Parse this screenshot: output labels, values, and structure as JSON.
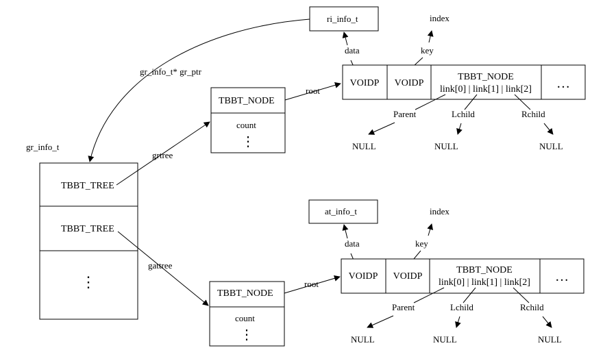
{
  "gr_info_t_label": "gr_info_t",
  "gr_ptr_label": "gr_info_t* gr_ptr",
  "left_struct": {
    "slot1": "TBBT_TREE",
    "slot2": "TBBT_TREE",
    "ellipsis": "⋮"
  },
  "grtree_label": "grtree",
  "gattree_label": "gattree",
  "top": {
    "node_title": "TBBT_NODE",
    "node_count": "count",
    "node_ellipsis": "⋮",
    "root_label": "root",
    "info_box": "ri_info_t",
    "index_label": "index",
    "data_label": "data",
    "key_label": "key",
    "cell_voidp1": "VOIDP",
    "cell_voidp2": "VOIDP",
    "cell_node_title": "TBBT_NODE",
    "cell_node_links": "link[0] | link[1] | link[2]",
    "cell_more": "…",
    "parent_label": "Parent",
    "lchild_label": "Lchild",
    "rchild_label": "Rchild",
    "null1": "NULL",
    "null2": "NULL",
    "null3": "NULL"
  },
  "bottom": {
    "node_title": "TBBT_NODE",
    "node_count": "count",
    "node_ellipsis": "⋮",
    "root_label": "root",
    "info_box": "at_info_t",
    "index_label": "index",
    "data_label": "data",
    "key_label": "key",
    "cell_voidp1": "VOIDP",
    "cell_voidp2": "VOIDP",
    "cell_node_title": "TBBT_NODE",
    "cell_node_links": "link[0] | link[1] | link[2]",
    "cell_more": "…",
    "parent_label": "Parent",
    "lchild_label": "Lchild",
    "rchild_label": "Rchild",
    "null1": "NULL",
    "null2": "NULL",
    "null3": "NULL"
  }
}
